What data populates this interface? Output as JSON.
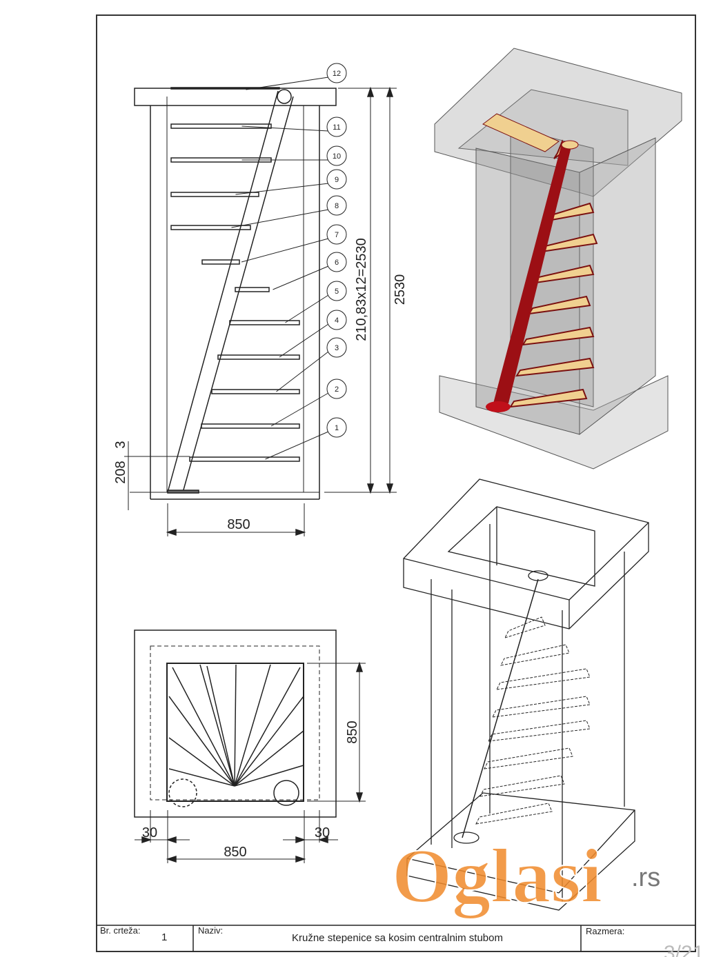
{
  "title_block": {
    "drawing_no_label": "Br. crteža:",
    "drawing_no": "1",
    "name_label": "Naziv:",
    "name": "Kružne stepenice sa kosim centralnim stubom",
    "scale_label": "Razmera:"
  },
  "page_counter": "3/21",
  "front_view": {
    "balloons": [
      "1",
      "2",
      "3",
      "4",
      "5",
      "6",
      "7",
      "8",
      "9",
      "10",
      "11",
      "12"
    ],
    "dim_total_steps": "210,83x12=2530",
    "dim_height": "2530",
    "dim_width": "850",
    "dim_first_step": "208",
    "dim_offset": "3"
  },
  "plan_view": {
    "dim_depth": "850",
    "dim_width": "850",
    "dim_left_offset": "30",
    "dim_right_offset": "30"
  },
  "watermark": {
    "text": "Oglasi",
    "suffix": ".rs"
  },
  "colors": {
    "column": "#9c0f14",
    "tread": "#f0d090",
    "watermark": "#f08a2a"
  }
}
